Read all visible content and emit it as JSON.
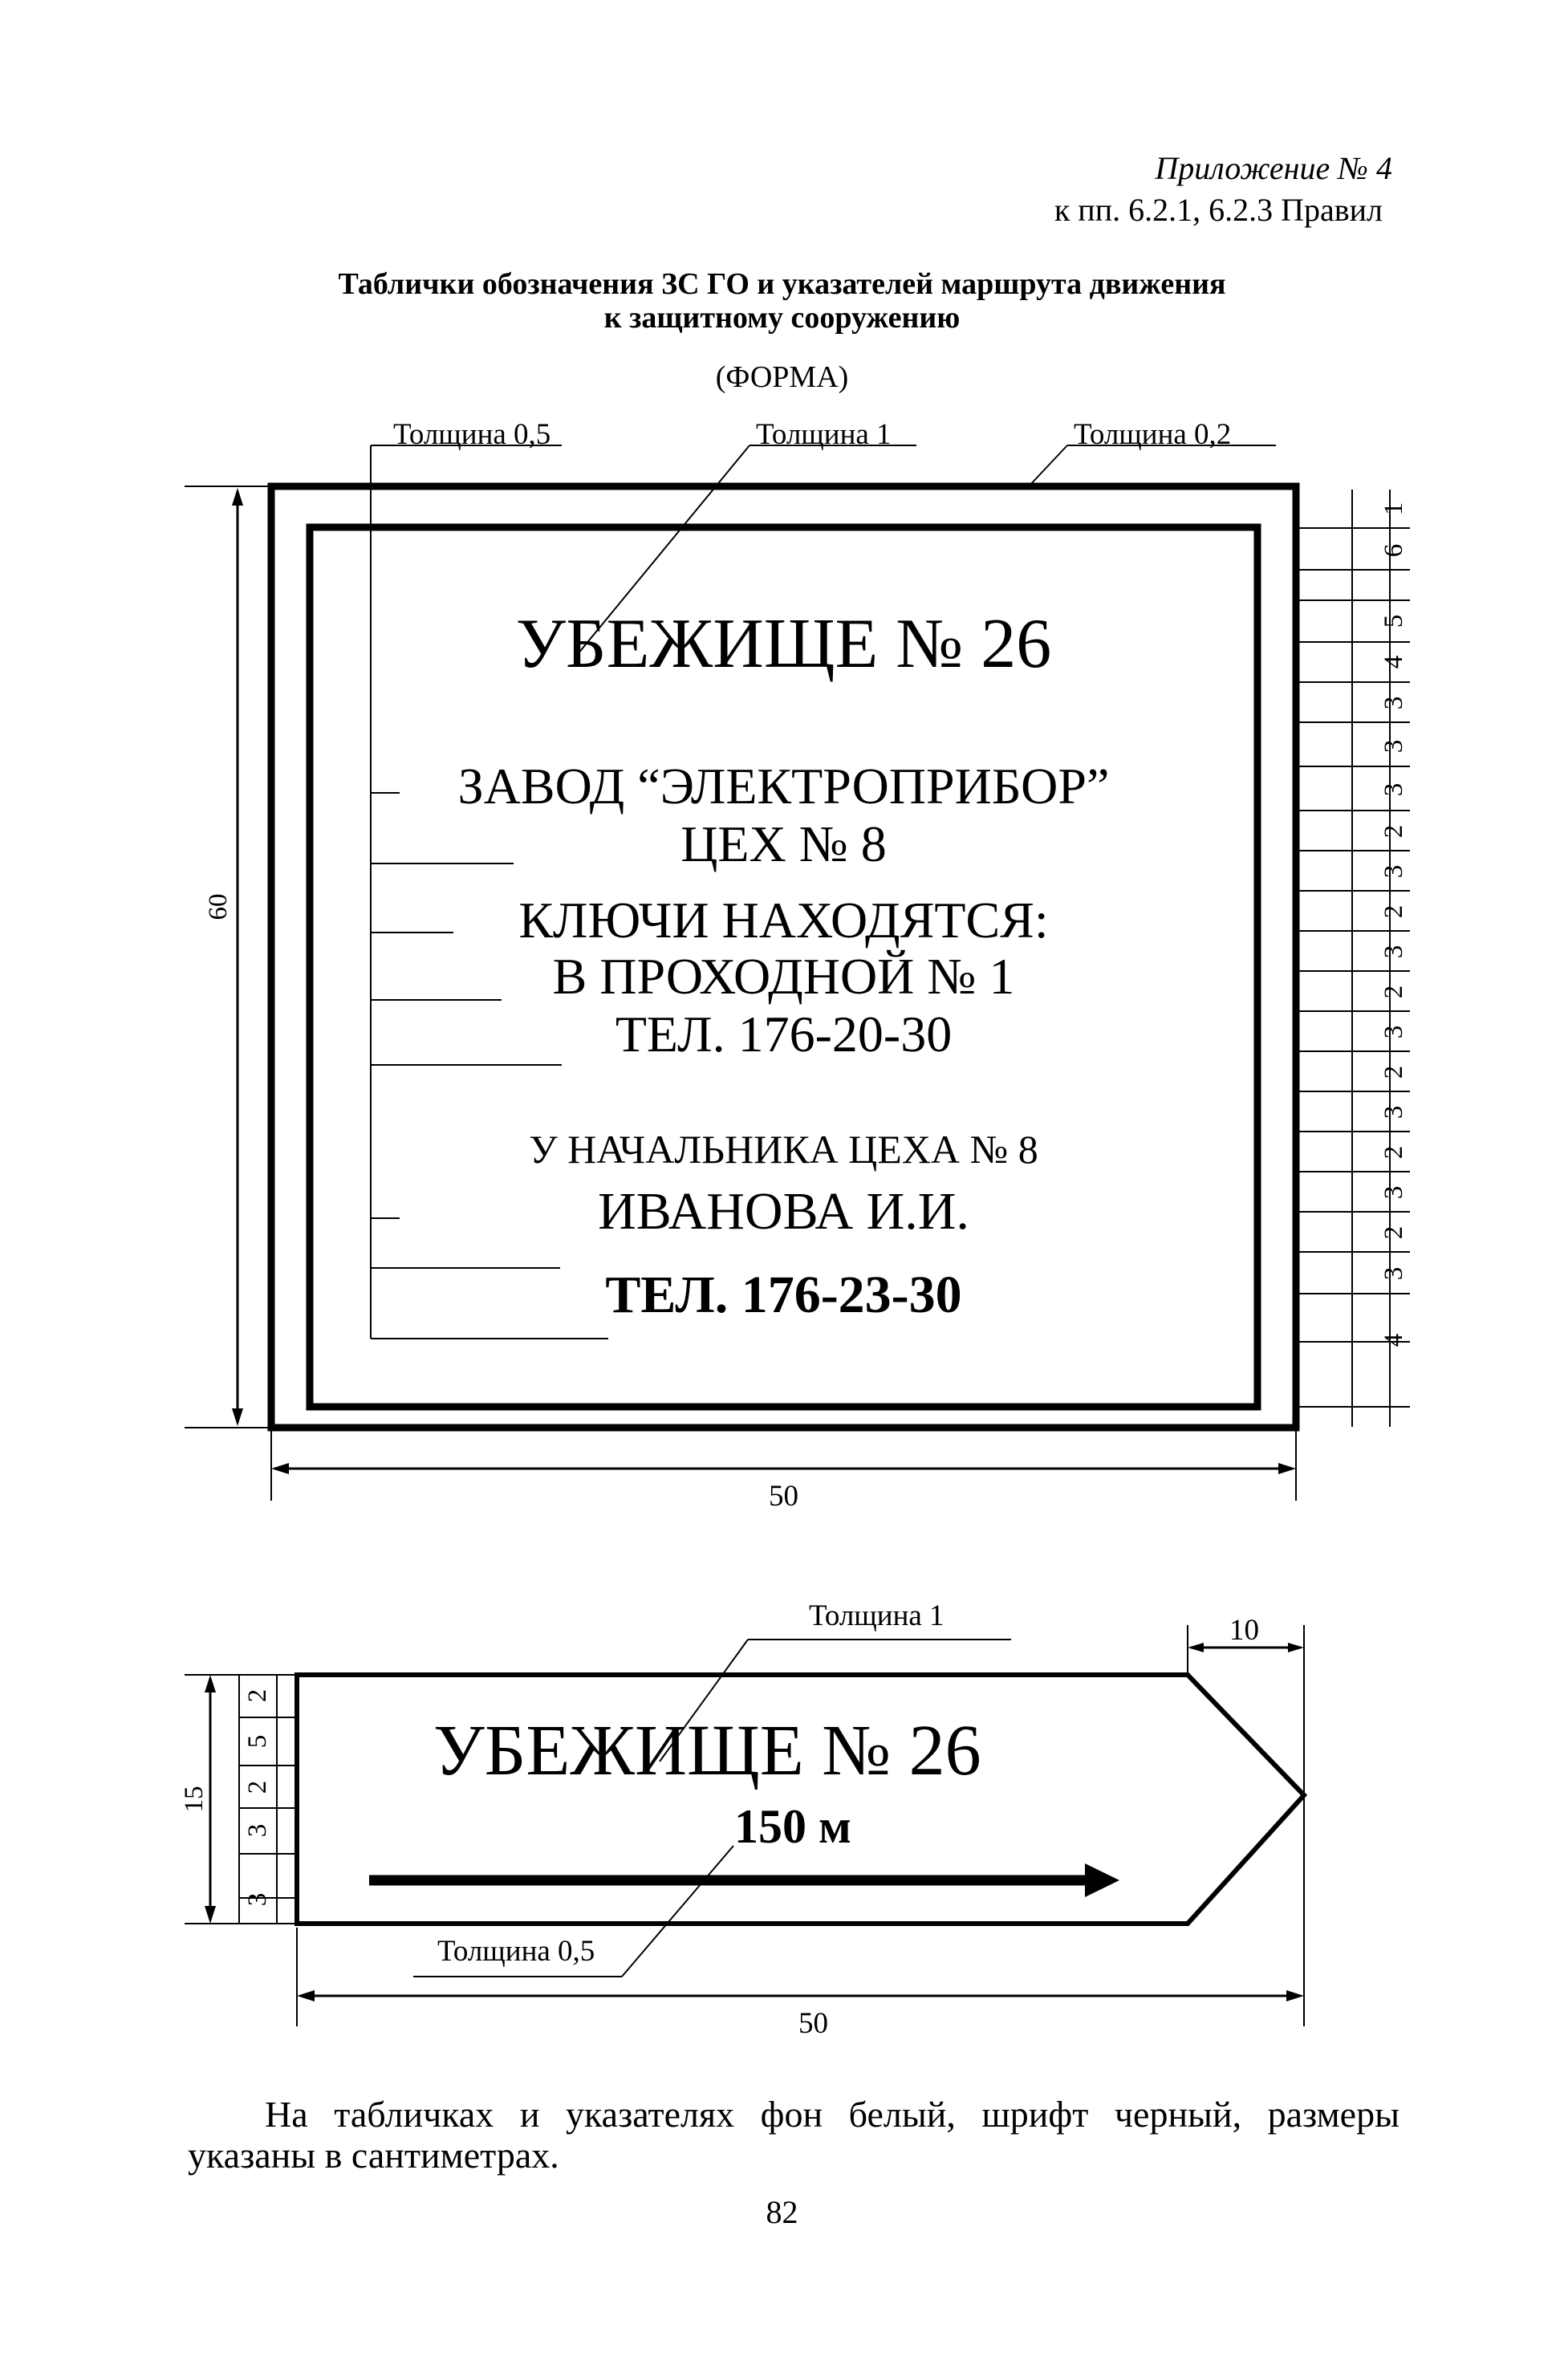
{
  "header": {
    "appendix": "Приложение № 4",
    "reference": "к пп. 6.2.1, 6.2.3 Правил",
    "title_line1": "Таблички обозначения ЗС ГО и указателей маршрута движения",
    "title_line2": "к защитному сооружению",
    "form_label": "(ФОРМА)"
  },
  "plate": {
    "thickness_left": "Толщина 0,5",
    "thickness_mid": "Толщина 1",
    "thickness_right": "Толщина 0,2",
    "height_dim": "60",
    "width_dim": "50",
    "right_ticks": [
      "1",
      "6",
      "5",
      "4",
      "3",
      "3",
      "3",
      "2",
      "3",
      "2",
      "3",
      "2",
      "3",
      "2",
      "3",
      "2",
      "3",
      "2",
      "3",
      "4"
    ],
    "lines": [
      "УБЕЖИЩЕ № 26",
      "ЗАВОД “ЭЛЕКТРОПРИБОР”",
      "ЦЕХ № 8",
      "КЛЮЧИ НАХОДЯТСЯ:",
      "В ПРОХОДНОЙ № 1",
      "ТЕЛ. 176-20-30",
      "У НАЧАЛЬНИКА ЦЕХА № 8",
      "ИВАНОВА И.И.",
      "ТЕЛ. 176-23-30"
    ]
  },
  "pointer": {
    "thickness_top": "Толщина 1",
    "thickness_bottom": "Толщина 0,5",
    "tip_dim": "10",
    "height_dim": "15",
    "width_dim": "50",
    "left_ticks": [
      "2",
      "5",
      "2",
      "3",
      "3"
    ],
    "title": "УБЕЖИЩЕ № 26",
    "distance": "150 м"
  },
  "footer": {
    "note": "На табличках и указателях фон белый, шрифт черный, размеры указаны в сантиметрах.",
    "page_number": "82"
  }
}
